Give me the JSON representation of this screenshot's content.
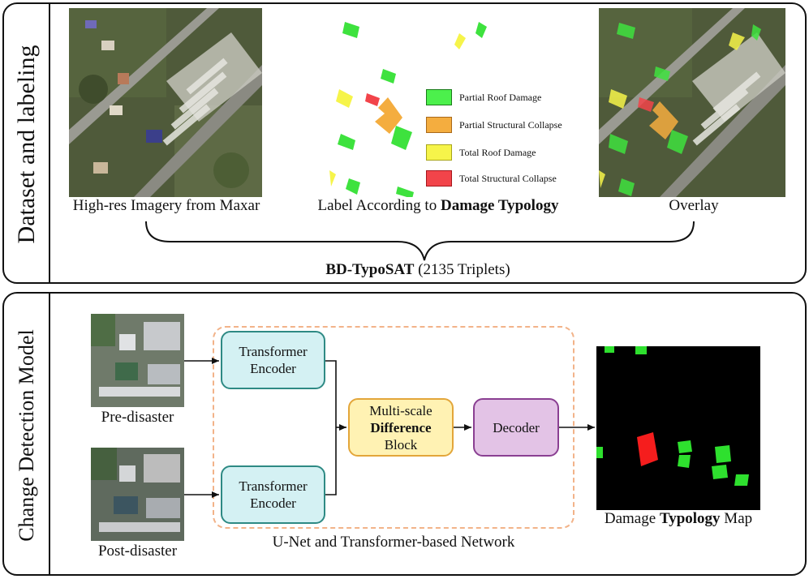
{
  "top_panel": {
    "title": "Dataset and labeling",
    "imagery_caption": "High-res Imagery from Maxar",
    "label_caption_prefix": "Label According to ",
    "label_caption_bold": "Damage Typology",
    "overlay_caption": "Overlay",
    "dataset_name_bold": "BD-TypoSAT",
    "dataset_name_rest": " (2135 Triplets)",
    "legend": [
      {
        "label": "Partial Roof Damage",
        "color": "#4cf04c"
      },
      {
        "label": "Partial Structural Collapse",
        "color": "#f4ad3f"
      },
      {
        "label": "Total Roof Damage",
        "color": "#f6f44a"
      },
      {
        "label": "Total Structural Collapse",
        "color": "#f2444a"
      }
    ]
  },
  "bottom_panel": {
    "title": "Change Detection Model",
    "pre_caption": "Pre-disaster",
    "post_caption": "Post-disaster",
    "encoder_top": [
      "Transformer",
      "Encoder"
    ],
    "encoder_bottom": [
      "Transformer",
      "Encoder"
    ],
    "difference_block": {
      "line1": "Multi-scale",
      "line2_bold": "Difference",
      "line3": "Block"
    },
    "decoder": "Decoder",
    "network_caption": "U-Net and Transformer-based Network",
    "output_caption_prefix": "Damage ",
    "output_caption_bold": "Typology",
    "output_caption_suffix": " Map"
  },
  "colors": {
    "encoder_fill": "#d4f1f3",
    "encoder_border": "#2e8a84",
    "difference_fill": "#fff2b3",
    "difference_border": "#e3a63a",
    "decoder_fill": "#e3c3e6",
    "decoder_border": "#8a3f92",
    "network_dash": "#f2b389"
  }
}
